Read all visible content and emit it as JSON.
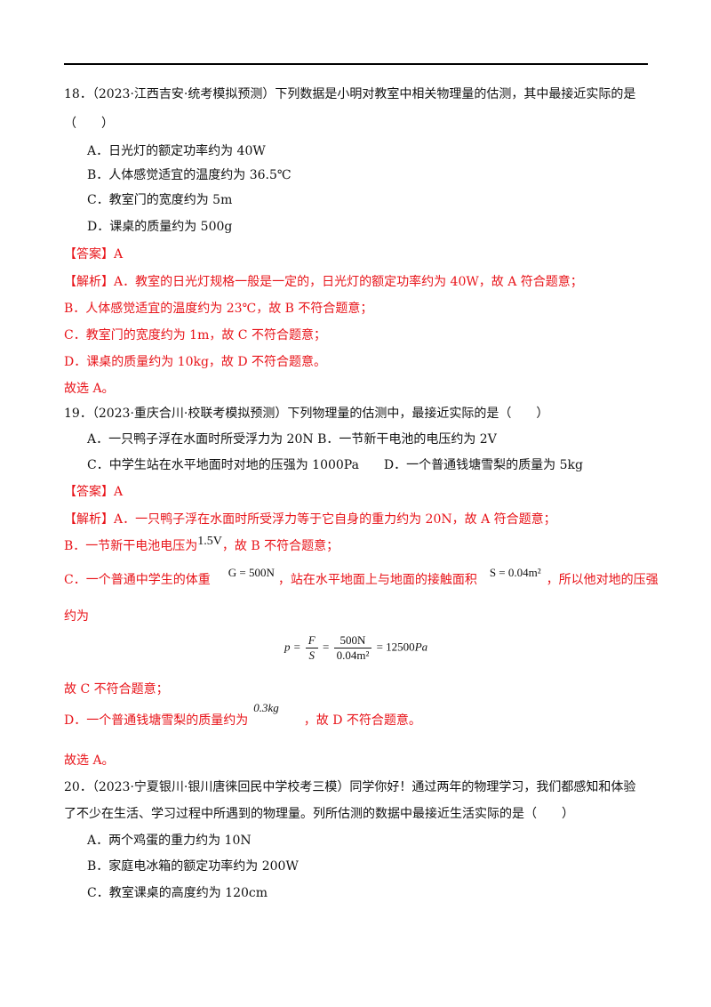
{
  "q18": {
    "stem_line1": "18．（2023·江西吉安·统考模拟预测）下列数据是小明对教室中相关物理量的估测，其中最接近实际的是",
    "stem_line2": "（　　）",
    "options": [
      "A．日光灯的额定功率约为 40W",
      "B．人体感觉适宜的温度约为 36.5℃",
      "C．教室门的宽度约为 5m",
      "D．课桌的质量约为 500g"
    ],
    "answer": "【答案】A",
    "analysis": [
      "【解析】A．教室的日光灯规格一般是一定的，日光灯的额定功率约为 40W，故 A 符合题意；",
      "B．人体感觉适宜的温度约为 23℃，故 B 不符合题意；",
      "C．教室门的宽度约为 1m，故 C 不符合题意；",
      "D．课桌的质量约为 10kg，故 D 不符合题意。"
    ],
    "conclusion": "故选 A。"
  },
  "q19": {
    "stem": "19．（2023·重庆合川·校联考模拟预测）下列物理量的估测中，最接近实际的是（　　）",
    "options_row1": "A．一只鸭子浮在水面时所受浮力为 20N B．一节新干电池的电压约为 2V",
    "options_row2": "C．中学生站在水平地面时对地的压强为 1000Pa　　D．一个普通钱塘雪梨的质量为 5kg",
    "answer": "【答案】A",
    "analysis1": "【解析】A．一只鸭子浮在水面时所受浮力等于它自身的重力约为 20N，故 A 符合题意；",
    "analysis2_pre": "B．一节新干电池电压为",
    "analysis2_val": "1.5V",
    "analysis2_post": "，故 B 不符合题意；",
    "analysis3_pre": "C．一个普通中学生的体重",
    "analysis3_g": "G = 500N",
    "analysis3_mid": "，站在水平地面上与地面的接触面积",
    "analysis3_s": "S = 0.04m²",
    "analysis3_post": "，所以他对地的压强",
    "analysis3_line2": "约为",
    "formula": {
      "lhs": "p =",
      "num1": "F",
      "den1": "S",
      "eq2": "=",
      "num2": "500N",
      "den2": "0.04m²",
      "result": "= 12500",
      "unit": "Pa"
    },
    "analysis4": "故 C 不符合题意；",
    "analysis5_pre": "D．一个普通钱塘雪梨的质量约为",
    "analysis5_val": "0.3kg",
    "analysis5_post": "，故 D 不符合题意。",
    "conclusion": "故选 A。"
  },
  "q20": {
    "stem_line1": "20．（2023·宁夏银川·银川唐徕回民中学校考三模）同学你好！通过两年的物理学习，我们都感知和体验",
    "stem_line2": "了不少在生活、学习过程中所遇到的物理量。列所估测的数据中最接近生活实际的是（　　）",
    "options": [
      "A．两个鸡蛋的重力约为 10N",
      "B．家庭电冰箱的额定功率约为 200W",
      "C．教室课桌的高度约为 120cm"
    ]
  }
}
